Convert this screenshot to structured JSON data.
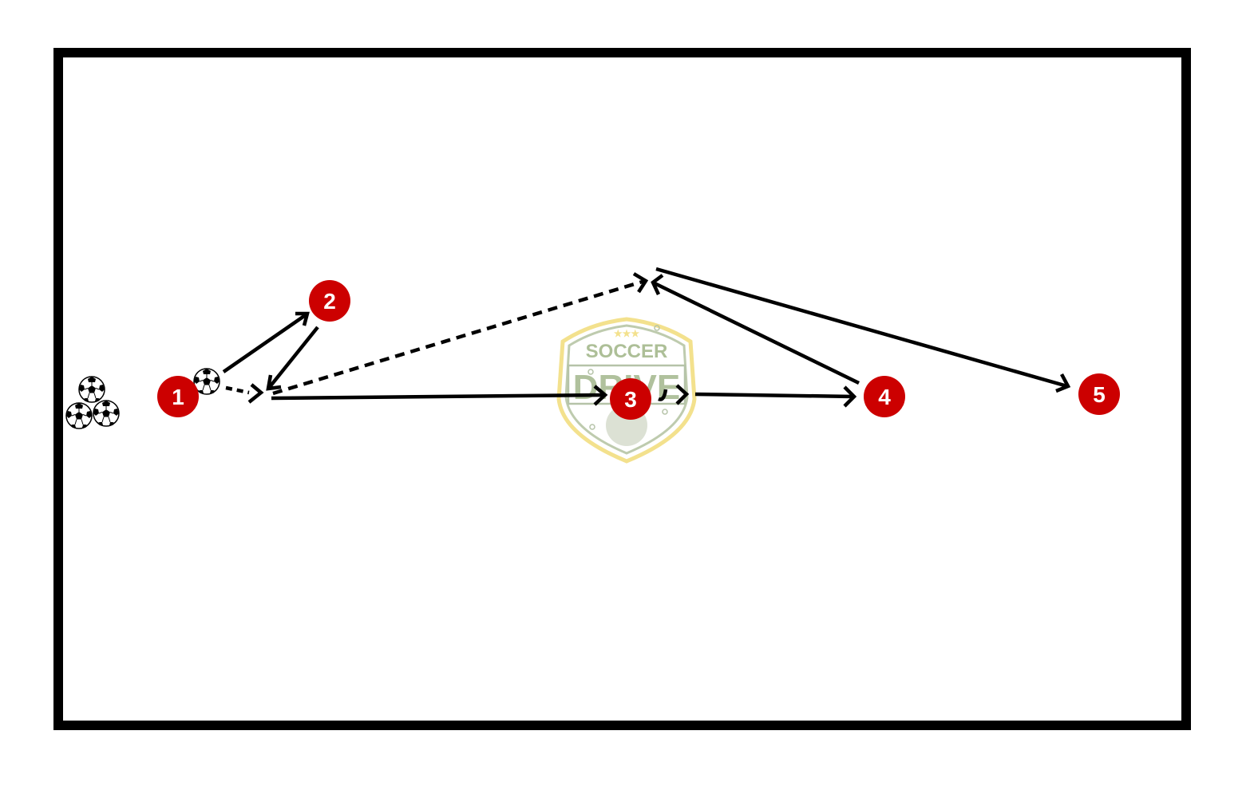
{
  "diagram": {
    "type": "soccer-drill",
    "field": {
      "border_color": "#000000",
      "background": "#ffffff"
    },
    "colors": {
      "player": "#cc0000",
      "player_text": "#ffffff",
      "line": "#000000",
      "logo_green": "#8fa874",
      "logo_yellow": "#f2dc7a"
    },
    "players": [
      {
        "id": "p1",
        "label": "1"
      },
      {
        "id": "p2",
        "label": "2"
      },
      {
        "id": "p3",
        "label": "3"
      },
      {
        "id": "p4",
        "label": "4"
      },
      {
        "id": "p5",
        "label": "5"
      }
    ],
    "watermark": {
      "line1": "SOCCER",
      "line2": "DRIVE",
      "stars": "★★★"
    },
    "actions": [
      {
        "type": "pass",
        "from": "1",
        "to": "2"
      },
      {
        "type": "pass",
        "from": "2",
        "to": "run-point-1"
      },
      {
        "type": "dribble",
        "from": "1",
        "to": "run-point-1"
      },
      {
        "type": "pass",
        "from": "run-point-1",
        "to": "3"
      },
      {
        "type": "run",
        "from": "run-point-1",
        "to": "run-point-2"
      },
      {
        "type": "turn-dribble",
        "from": "3",
        "to": "4"
      },
      {
        "type": "pass",
        "from": "4",
        "to": "run-point-2"
      },
      {
        "type": "pass",
        "from": "run-point-2",
        "to": "5"
      }
    ],
    "legend_icons": {
      "ball": "soccer-ball-icon",
      "ball_stack": "ball-stack-icon"
    }
  }
}
